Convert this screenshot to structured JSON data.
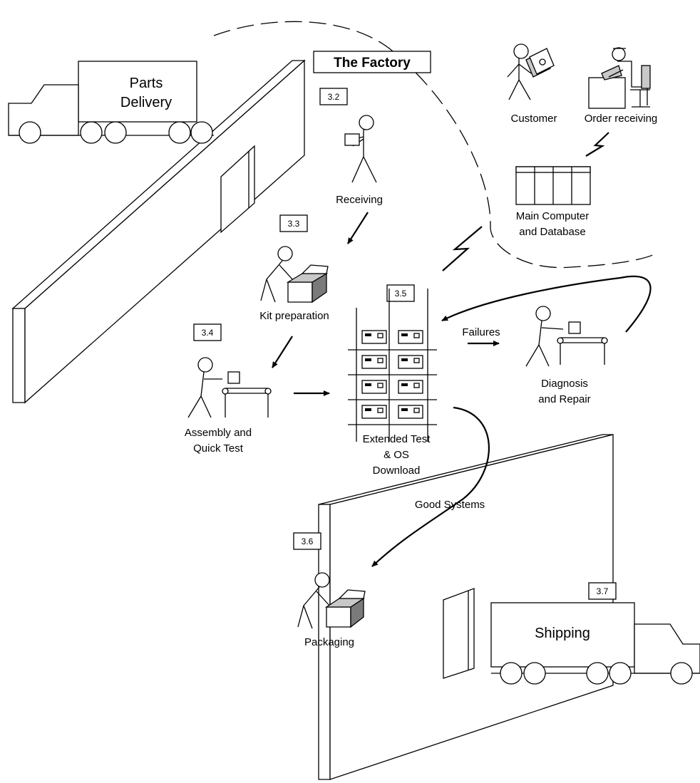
{
  "title": "The Factory",
  "steps": {
    "s32": "3.2",
    "s33": "3.3",
    "s34": "3.4",
    "s35": "3.5",
    "s36": "3.6",
    "s37": "3.7"
  },
  "labels": {
    "parts_delivery": [
      "Parts",
      "Delivery"
    ],
    "receiving": "Receiving",
    "kit_preparation": "Kit preparation",
    "assembly": [
      "Assembly and",
      "Quick Test"
    ],
    "extended_test": [
      "Extended Test",
      "& OS",
      "Download"
    ],
    "failures": "Failures",
    "diagnosis": [
      "Diagnosis",
      "and Repair"
    ],
    "good_systems": "Good Systems",
    "packaging": "Packaging",
    "shipping": "Shipping",
    "customer": "Customer",
    "order_receiving": "Order receiving",
    "main_computer": [
      "Main Computer",
      "and Database"
    ]
  }
}
